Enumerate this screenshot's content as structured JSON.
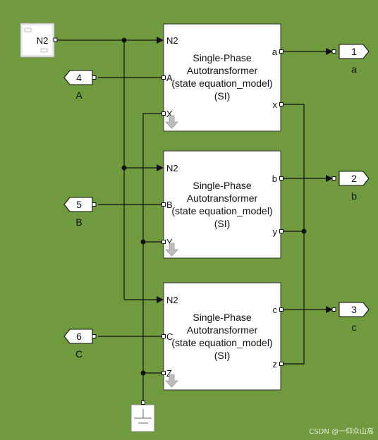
{
  "source_block": {
    "label": "N2"
  },
  "blocks": [
    {
      "title_lines": [
        "Single-Phase",
        "Autotransformer",
        "(state equation_model)",
        "(SI)"
      ],
      "ports_left": [
        "N2",
        "A",
        "X"
      ],
      "ports_right": [
        "a",
        "x"
      ]
    },
    {
      "title_lines": [
        "Single-Phase",
        "Autotransformer",
        "(state equation_model)",
        "(SI)"
      ],
      "ports_left": [
        "N2",
        "B",
        "Y"
      ],
      "ports_right": [
        "b",
        "y"
      ]
    },
    {
      "title_lines": [
        "Single-Phase",
        "Autotransformer",
        "(state equation_model)",
        "(SI)"
      ],
      "ports_left": [
        "N2",
        "C",
        "Z"
      ],
      "ports_right": [
        "c",
        "z"
      ]
    }
  ],
  "inports": [
    {
      "number": "4",
      "name": "A"
    },
    {
      "number": "5",
      "name": "B"
    },
    {
      "number": "6",
      "name": "C"
    }
  ],
  "outports": [
    {
      "number": "1",
      "name": "a"
    },
    {
      "number": "2",
      "name": "b"
    },
    {
      "number": "3",
      "name": "c"
    }
  ],
  "watermark": "CSDN @一仰众山高",
  "colors": {
    "background": "#6f9a3d",
    "block_fill": "#ffffff",
    "line": "#111111",
    "arrow_icon": "#b9b9b9"
  },
  "icons": {
    "ground": "ground-icon",
    "connection_arrow": "down-arrow-icon",
    "source": "n2-source-icon"
  }
}
